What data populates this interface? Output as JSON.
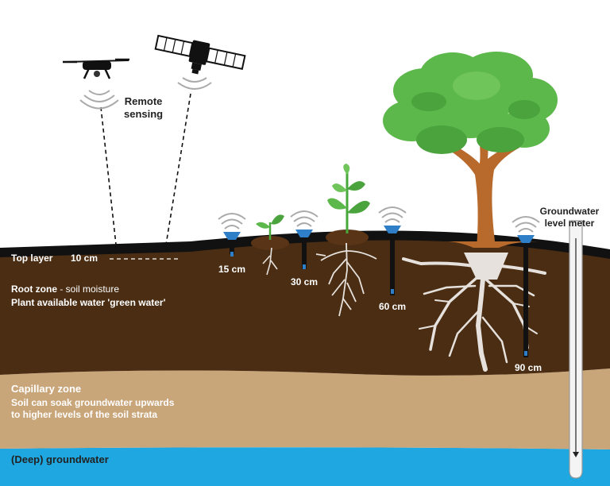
{
  "labels": {
    "remote_sensing_line1": "Remote",
    "remote_sensing_line2": "sensing",
    "top_layer": "Top layer",
    "top_layer_depth": "10 cm",
    "root_zone_title": "Root zone",
    "root_zone_suffix": "- soil moisture",
    "root_zone_desc": "Plant available water 'green water'",
    "capillary_title": "Capillary zone",
    "capillary_desc_line1": "Soil can soak groundwater upwards",
    "capillary_desc_line2": "to higher levels of the soil strata",
    "groundwater": "(Deep) groundwater",
    "meter_line1": "Groundwater",
    "meter_line2": "level meter"
  },
  "sensors": [
    {
      "depth": "15 cm"
    },
    {
      "depth": "30 cm"
    },
    {
      "depth": "60 cm"
    },
    {
      "depth": "90 cm"
    }
  ],
  "colors": {
    "root_zone": "#4a2d12",
    "capillary_zone": "#c9a57a",
    "groundwater": "#1ea7e1",
    "top_layer": "#111111",
    "sensor_cap": "#2f7fc8",
    "foliage": "#5cb84a",
    "trunk": "#b86a2c"
  }
}
